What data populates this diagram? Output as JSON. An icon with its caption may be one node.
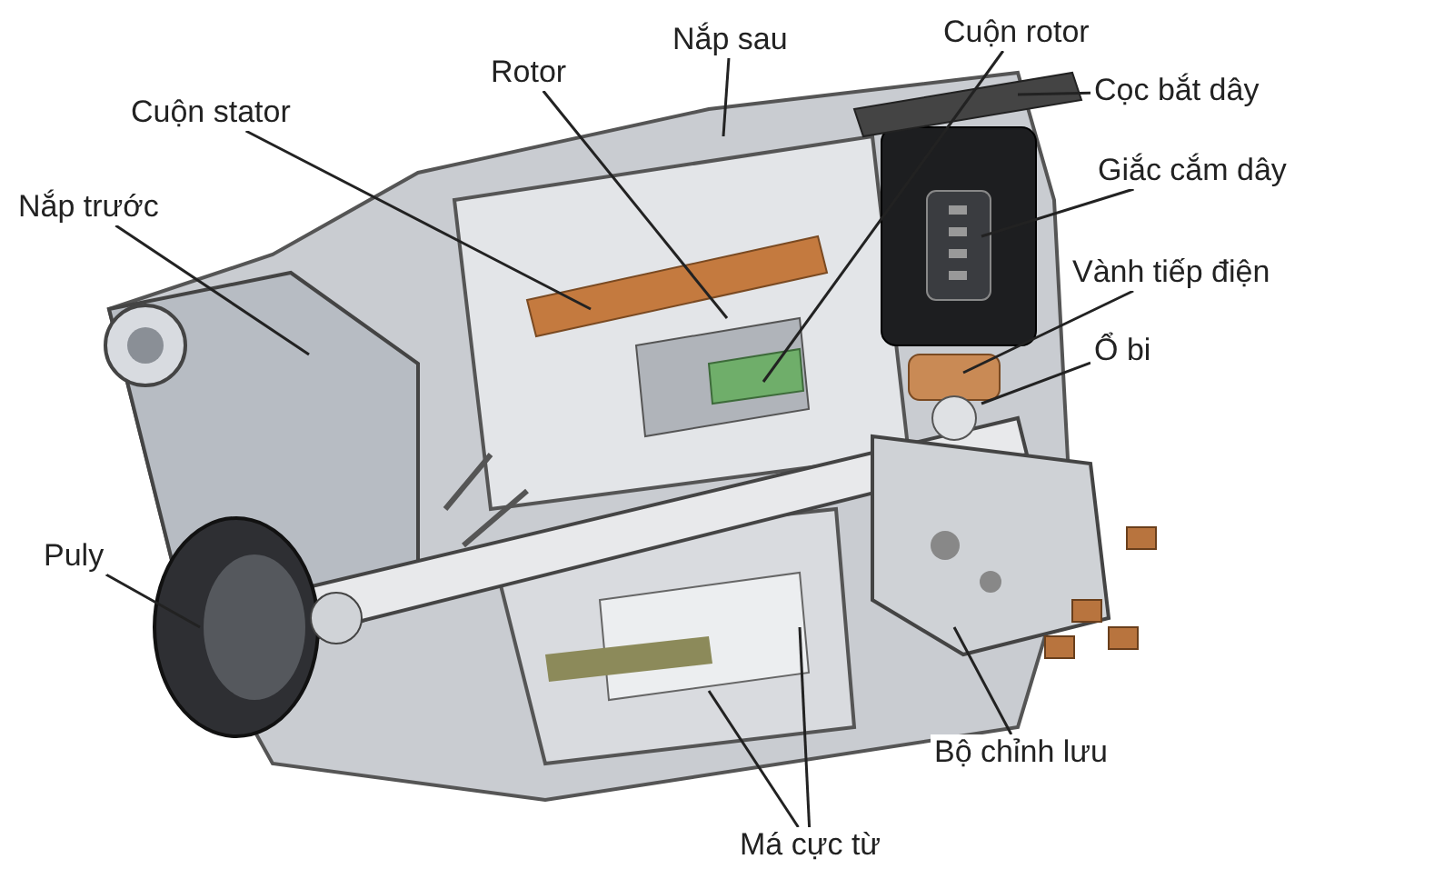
{
  "diagram": {
    "nodes": [
      {
        "text": [
          "Nắp sau"
        ]
      },
      {
        "text": [
          "Cuộn rotor"
        ]
      },
      {
        "text": [
          "Cọc bắt dây"
        ]
      },
      {
        "text": [
          "Rotor"
        ]
      },
      {
        "text": [
          "Cuộn stator"
        ]
      },
      {
        "text": [
          "Giắc cắm dây"
        ]
      },
      {
        "text": [
          "Nắp trước"
        ]
      },
      {
        "text": [
          "Vành tiếp điện"
        ]
      },
      {
        "text": [
          "Ổ bi"
        ]
      },
      {
        "text": [
          "Puly"
        ]
      },
      {
        "text": [
          "Bộ chỉnh lưu"
        ]
      },
      {
        "text": [
          "Má cực từ"
        ]
      }
    ],
    "edges": [
      {
        "from": 0,
        "to": null,
        "arrow": "none"
      },
      {
        "from": 1,
        "to": null,
        "arrow": "none"
      },
      {
        "from": 2,
        "to": null,
        "arrow": "none"
      },
      {
        "from": 3,
        "to": null,
        "arrow": "none"
      },
      {
        "from": 4,
        "to": null,
        "arrow": "none"
      },
      {
        "from": 5,
        "to": null,
        "arrow": "none"
      },
      {
        "from": 6,
        "to": null,
        "arrow": "none"
      },
      {
        "from": 7,
        "to": null,
        "arrow": "none"
      },
      {
        "from": 8,
        "to": null,
        "arrow": "none"
      },
      {
        "from": 9,
        "to": null,
        "arrow": "none"
      },
      {
        "from": 10,
        "to": null,
        "arrow": "none"
      },
      {
        "from": 11,
        "to": null,
        "arrow": "none"
      },
      {
        "from": 11,
        "to": null,
        "arrow": "none"
      }
    ]
  }
}
